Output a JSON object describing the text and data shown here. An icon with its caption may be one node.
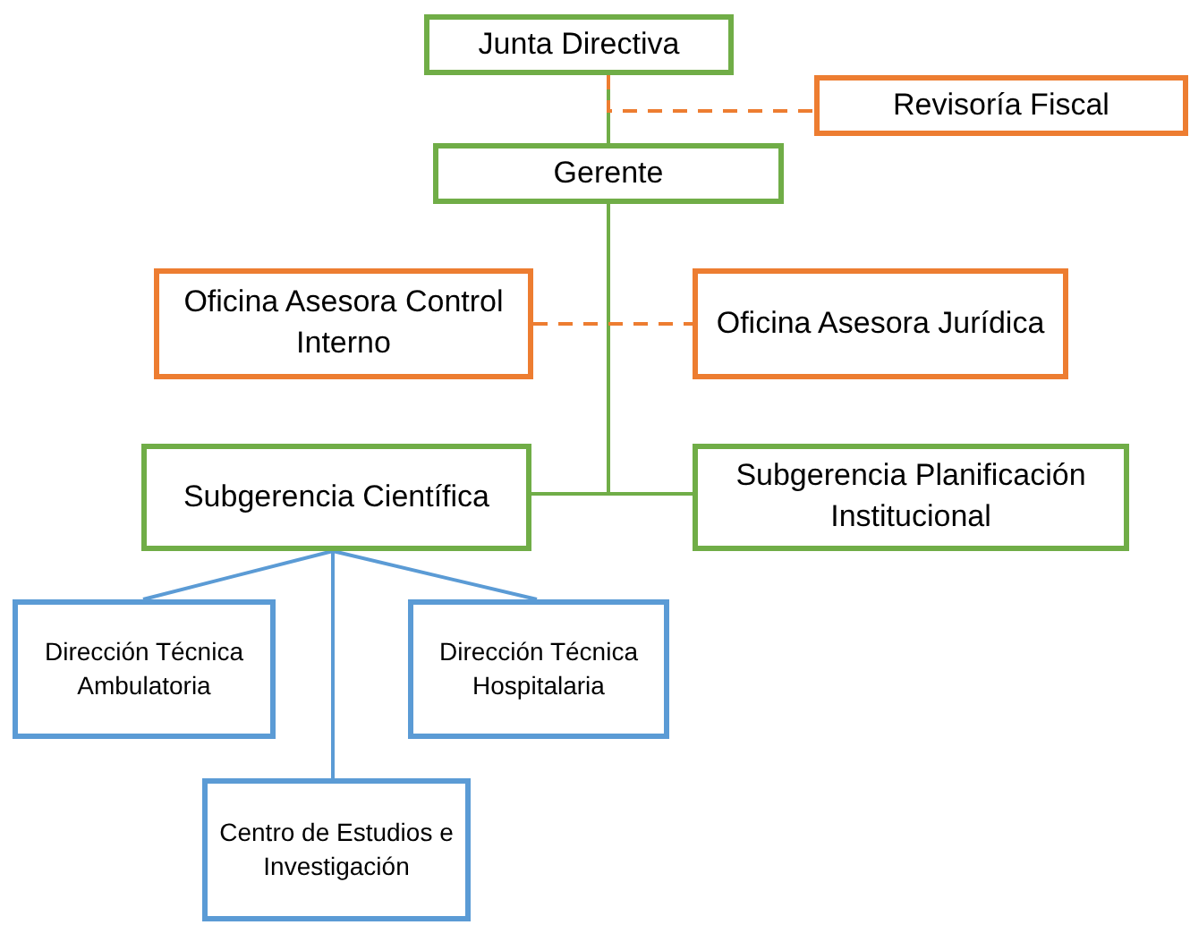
{
  "diagram": {
    "nodes": [
      {
        "text": [
          "Junta Directiva"
        ]
      },
      {
        "text": [
          "Revisoría Fiscal"
        ]
      },
      {
        "text": [
          "Gerente"
        ]
      },
      {
        "text": [
          "Oficina Asesora Control Interno"
        ]
      },
      {
        "text": [
          "Oficina Asesora Jurídica"
        ]
      },
      {
        "text": [
          "Subgerencia Científica"
        ]
      },
      {
        "text": [
          "Subgerencia Planificación Institucional"
        ]
      },
      {
        "text": [
          "Dirección Técnica Ambulatoria"
        ]
      },
      {
        "text": [
          "Dirección Técnica Hospitalaria"
        ]
      },
      {
        "text": [
          "Centro de Estudios e Investigación"
        ]
      }
    ],
    "edges": [
      {
        "from": 0,
        "to": 2,
        "arrow": "none",
        "color": "#70ad47"
      },
      {
        "from": 0,
        "to": 1,
        "arrow": "none",
        "style": "dashed",
        "color": "#ed7d31"
      },
      {
        "from": 2,
        "to": 5,
        "arrow": "none",
        "color": "#70ad47"
      },
      {
        "from": 2,
        "to": 6,
        "arrow": "none",
        "color": "#70ad47"
      },
      {
        "from": 3,
        "to": 4,
        "arrow": "none",
        "style": "dashed",
        "color": "#ed7d31"
      },
      {
        "from": 5,
        "to": 7,
        "arrow": "none",
        "color": "#5b9bd5"
      },
      {
        "from": 5,
        "to": 8,
        "arrow": "none",
        "color": "#5b9bd5"
      },
      {
        "from": 5,
        "to": 9,
        "arrow": "none",
        "color": "#5b9bd5"
      }
    ]
  }
}
